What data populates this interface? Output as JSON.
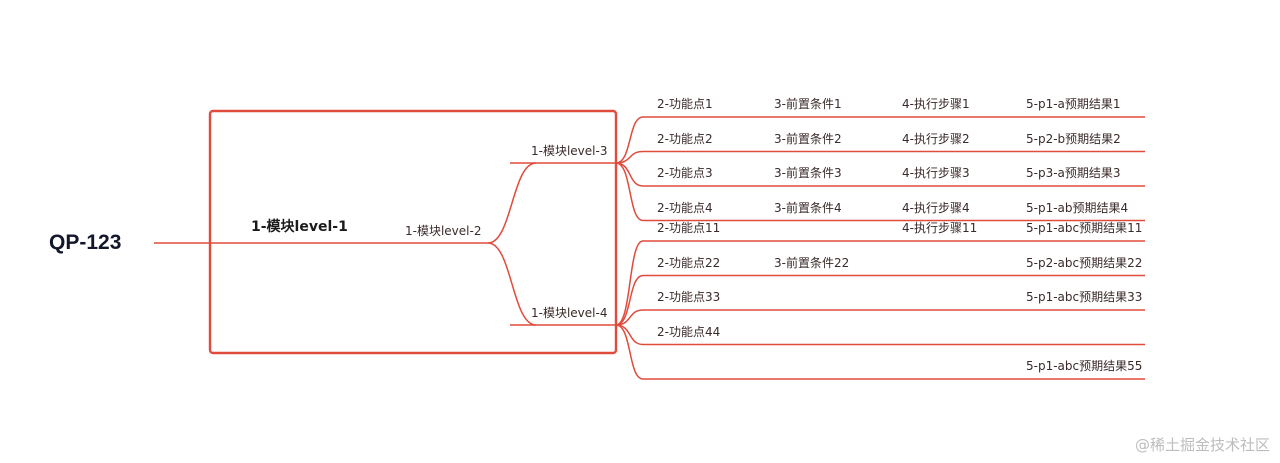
{
  "root": {
    "label": "QP-123"
  },
  "group": {
    "label": "1-模块level-1"
  },
  "level2": {
    "label": "1-模块level-2"
  },
  "branches": [
    {
      "label": "1-模块level-3",
      "rows": [
        {
          "feature": "2-功能点1",
          "precondition": "3-前置条件1",
          "step": "4-执行步骤1",
          "result": "5-p1-a预期结果1"
        },
        {
          "feature": "2-功能点2",
          "precondition": "3-前置条件2",
          "step": "4-执行步骤2",
          "result": "5-p2-b预期结果2"
        },
        {
          "feature": "2-功能点3",
          "precondition": "3-前置条件3",
          "step": "4-执行步骤3",
          "result": "5-p3-a预期结果3"
        },
        {
          "feature": "2-功能点4",
          "precondition": "3-前置条件4",
          "step": "4-执行步骤4",
          "result": "5-p1-ab预期结果4"
        }
      ]
    },
    {
      "label": "1-模块level-4",
      "rows": [
        {
          "feature": "2-功能点11",
          "precondition": "",
          "step": "4-执行步骤11",
          "result": "5-p1-abc预期结果11"
        },
        {
          "feature": "2-功能点22",
          "precondition": "3-前置条件22",
          "step": "",
          "result": "5-p2-abc预期结果22"
        },
        {
          "feature": "2-功能点33",
          "precondition": "",
          "step": "",
          "result": "5-p1-abc预期结果33"
        },
        {
          "feature": "2-功能点44",
          "precondition": "",
          "step": "",
          "result": ""
        },
        {
          "feature": "",
          "precondition": "",
          "step": "",
          "result": "5-p1-abc预期结果55"
        }
      ]
    }
  ],
  "colors": {
    "line": "#e04b3c",
    "text": "#3b2a2a",
    "root_text": "#13172b"
  },
  "watermark": "@稀土掘金技术社区"
}
